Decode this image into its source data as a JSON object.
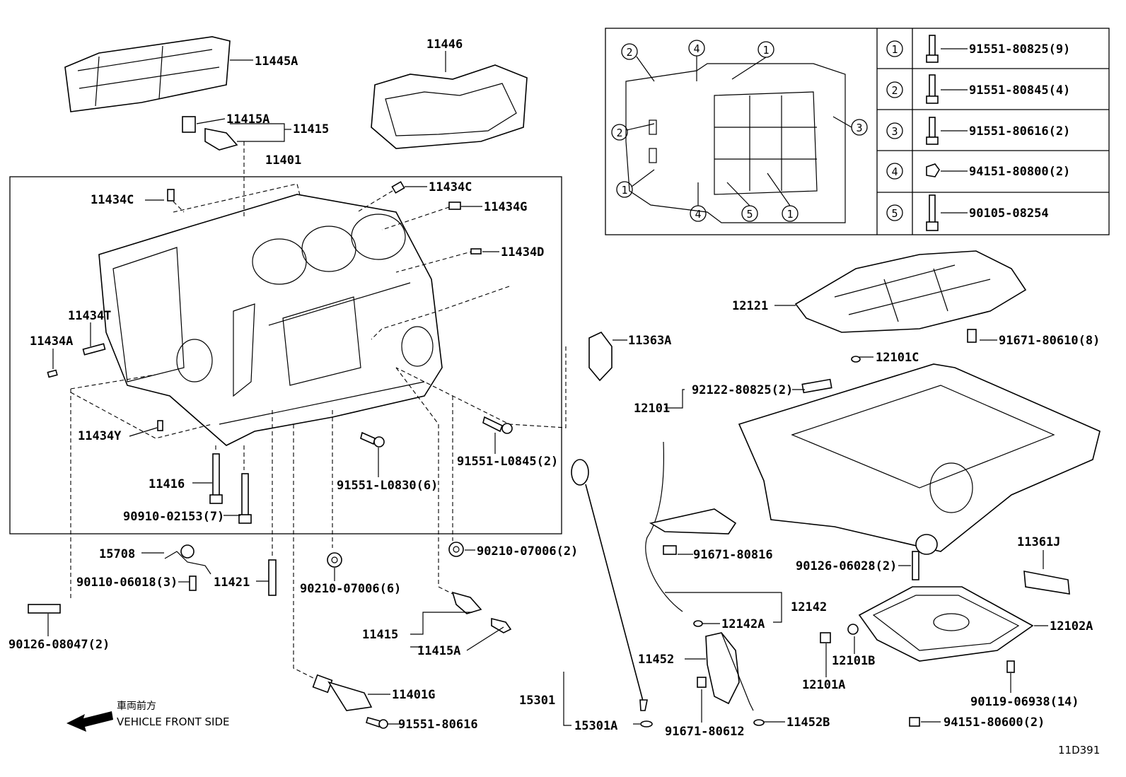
{
  "labels": {
    "p11445A": "11445A",
    "p11446": "11446",
    "p11415A_top": "11415A",
    "p11415_top": "11415",
    "p11401": "11401",
    "p11434C_left": "11434C",
    "p11434C_right": "11434C",
    "p11434G": "11434G",
    "p11434D": "11434D",
    "p11434T": "11434T",
    "p11434A": "11434A",
    "p11434Y": "11434Y",
    "p11416": "11416",
    "p90910": "90910-02153(7)",
    "p91551_L0830": "91551-L0830(6)",
    "p91551_L0845": "91551-L0845(2)",
    "p11363A": "11363A",
    "p15708": "15708",
    "p90110": "90110-06018(3)",
    "p11421": "11421",
    "p90210_6": "90210-07006(6)",
    "p90210_2": "90210-07006(2)",
    "p90126_08047": "90126-08047(2)",
    "p11415_bot": "11415",
    "p11415A_bot": "11415A",
    "p11401G": "11401G",
    "p91551_80616": "91551-80616",
    "p12121": "12121",
    "p91671_80610": "91671-80610(8)",
    "p12101C": "12101C",
    "p92122": "92122-80825(2)",
    "p12101": "12101",
    "p91671_80816": "91671-80816",
    "p12142": "12142",
    "p12142A": "12142A",
    "p11452": "11452",
    "p91671_80612": "91671-80612",
    "p11452B": "11452B",
    "p15301": "15301",
    "p15301A": "15301A",
    "p11361J": "11361J",
    "p90126_06028": "90126-06028(2)",
    "p12102A": "12102A",
    "p12101B": "12101B",
    "p12101A": "12101A",
    "p90119": "90119-06938(14)",
    "p94151_80600": "94151-80600(2)"
  },
  "bolt_table": [
    {
      "num": "1",
      "part": "91551-80825(9)"
    },
    {
      "num": "2",
      "part": "91551-80845(4)"
    },
    {
      "num": "3",
      "part": "91551-80616(2)"
    },
    {
      "num": "4",
      "part": "94151-80800(2)"
    },
    {
      "num": "5",
      "part": "90105-08254"
    }
  ],
  "inset_callouts": [
    "2",
    "4",
    "1",
    "2",
    "3",
    "1",
    "4",
    "5",
    "1"
  ],
  "vehicle_front_jp": "車両前方",
  "vehicle_front_en": "VEHICLE FRONT SIDE",
  "diagram_code": "11D391"
}
